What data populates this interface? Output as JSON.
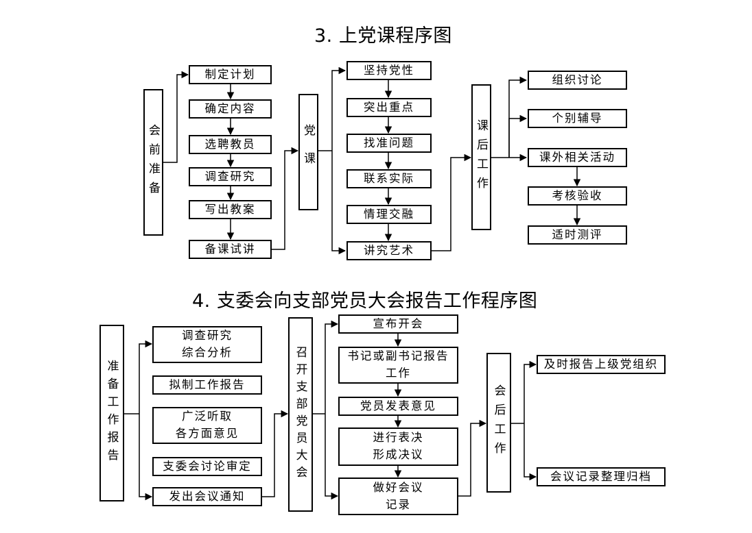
{
  "section3": {
    "title": "3. 上党课程序图",
    "prep": "会前准备",
    "prep_steps": [
      "制定计划",
      "确定内容",
      "选聘教员",
      "调查研究",
      "写出教案",
      "备课试讲"
    ],
    "lecture": "党课",
    "lecture_steps": [
      "坚持党性",
      "突出重点",
      "找准问题",
      "联系实际",
      "情理交融",
      "讲究艺术"
    ],
    "after": "课后工作",
    "after_steps": [
      "组织讨论",
      "个别辅导",
      "课外相关活动",
      "考核验收",
      "适时测评"
    ]
  },
  "section4": {
    "title": "4. 支委会向支部党员大会报告工作程序图",
    "prep": "准备工作报告",
    "prep_steps": [
      "调查研究\n综合分析",
      "拟制工作报告",
      "广泛听取\n各方面意见",
      "支委会讨论审定",
      "发出会议通知"
    ],
    "meeting": "召开支部党员大会",
    "meeting_steps": [
      "宣布开会",
      "书记或副书记报告\n工作",
      "党员发表意见",
      "进行表决\n形成决议",
      "做好会议\n记录"
    ],
    "after": "会后工作",
    "after_steps": [
      "及时报告上级党组织",
      "会议记录整理归档"
    ]
  }
}
